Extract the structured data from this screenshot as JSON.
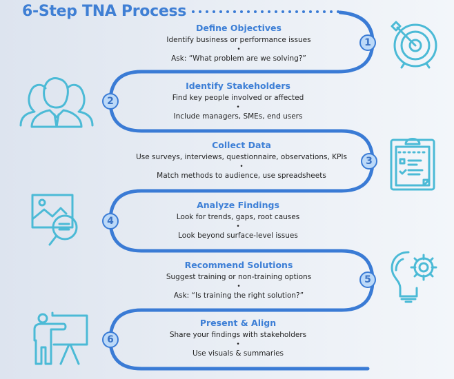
{
  "title": "6-Step TNA Process",
  "colors": {
    "accent": "#3a7bd5",
    "icon": "#4bbad6",
    "title": "#3f7fd4",
    "badge_fill": "#bcd9f8"
  },
  "steps": [
    {
      "number": "1",
      "heading": "Define Objectives",
      "line1": "Identify business or performance issues",
      "bullet": "•",
      "line2": "Ask: “What problem are we solving?”",
      "icon": "target-icon"
    },
    {
      "number": "2",
      "heading": "Identify Stakeholders",
      "line1": "Find key people involved or affected",
      "bullet": "•",
      "line2": "Include managers, SMEs, end users",
      "icon": "people-group-icon"
    },
    {
      "number": "3",
      "heading": "Collect Data",
      "line1": "Use surveys, interviews, questionnaire, observations, KPIs",
      "bullet": "•",
      "line2": "Match methods to audience, use spreadsheets",
      "icon": "clipboard-checklist-icon"
    },
    {
      "number": "4",
      "heading": "Analyze Findings",
      "line1": "Look for trends, gaps, root causes",
      "bullet": "•",
      "line2": "Look beyond surface-level issues",
      "icon": "image-magnifier-icon"
    },
    {
      "number": "5",
      "heading": "Recommend Solutions",
      "line1": "Suggest training or non-training options",
      "bullet": "•",
      "line2": "Ask: “Is training the right solution?”",
      "icon": "lightbulb-gear-icon"
    },
    {
      "number": "6",
      "heading": "Present & Align",
      "line1": "Share your findings with stakeholders",
      "bullet": "•",
      "line2": "Use visuals & summaries",
      "icon": "presenter-board-icon"
    }
  ]
}
